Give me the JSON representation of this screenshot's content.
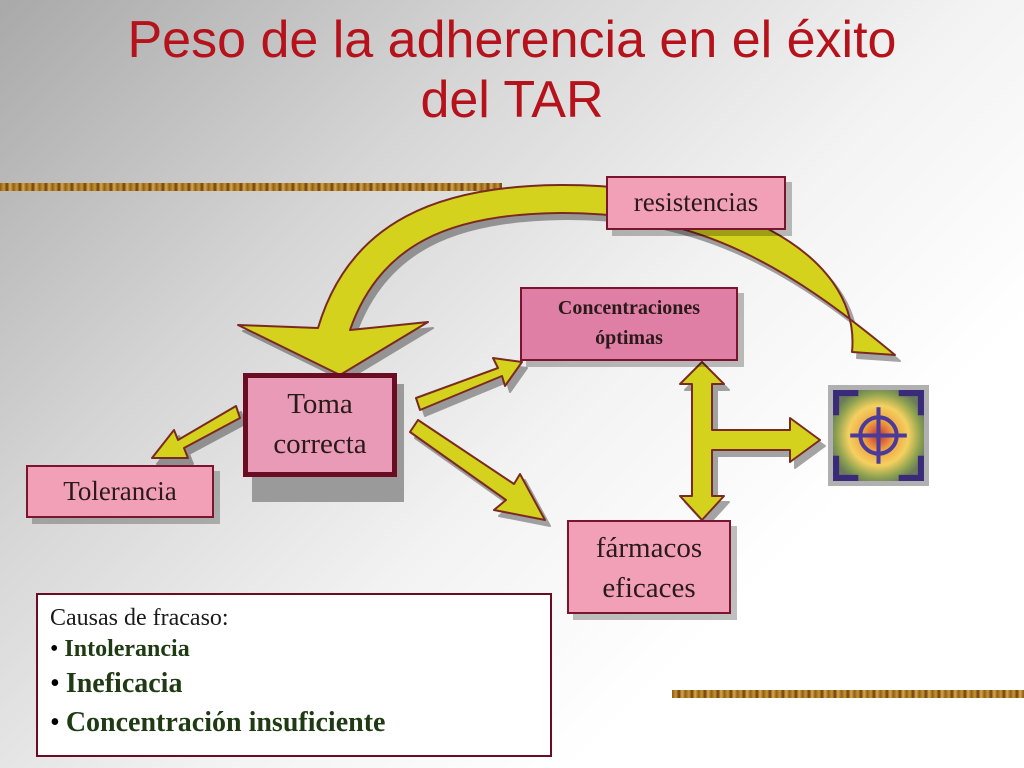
{
  "title": {
    "line1": "Peso de la adherencia en el éxito",
    "line2": "del TAR"
  },
  "nodes": {
    "resistencias": "resistencias",
    "concentraciones_line1": "Concentraciones",
    "concentraciones_line2": "óptimas",
    "toma_line1": "Toma",
    "toma_line2": "correcta",
    "tolerancia": "Tolerancia",
    "farmacos_line1": "fármacos",
    "farmacos_line2": "eficaces"
  },
  "causes": {
    "title": "Causas de fracaso:",
    "items": [
      "Intolerancia",
      "Ineficacia",
      "Concentración insuficiente"
    ]
  },
  "colors": {
    "title": "#b5121b",
    "box_fill": "#f2a0b8",
    "box_border": "#7a1530",
    "arrow_fill": "#d4d21c",
    "arrow_stroke": "#7a2a20"
  },
  "icons": {
    "target": "crosshair-target-icon"
  }
}
